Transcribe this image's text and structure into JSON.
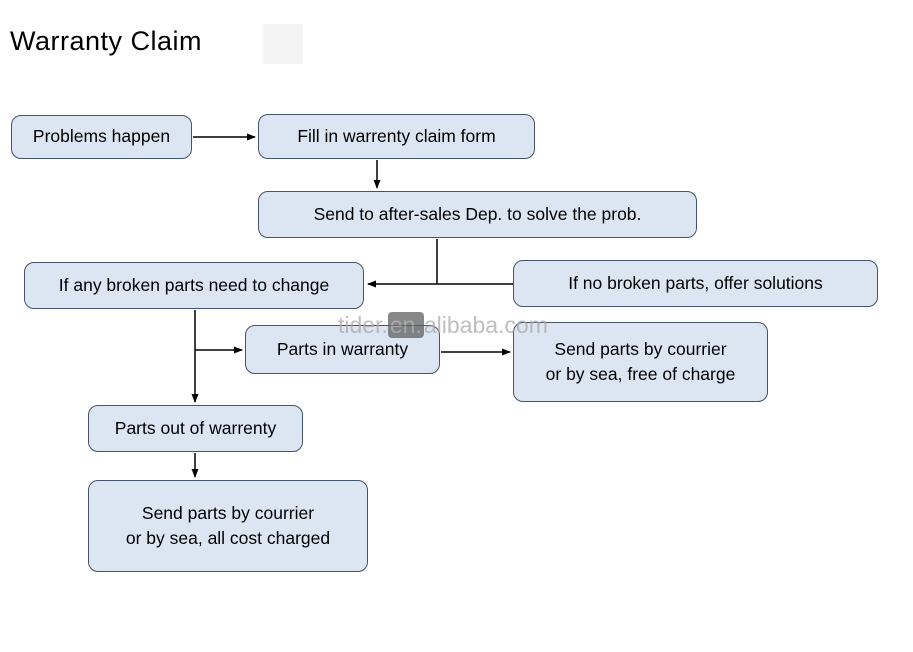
{
  "title": "Warranty Claim",
  "watermark": {
    "prefix": "tider.",
    "highlight": "en.",
    "suffix": "alibaba.com"
  },
  "colors": {
    "box_fill": "#dce6f2",
    "box_border": "#44546a",
    "arrow": "#000000"
  },
  "nodes": {
    "problems": {
      "label": "Problems happen"
    },
    "fill_form": {
      "label": "Fill in warrenty claim form"
    },
    "send_dep": {
      "label": "Send to after-sales Dep. to solve the prob."
    },
    "broken": {
      "label": "If any broken parts need to change"
    },
    "no_broken": {
      "label": "If no broken parts, offer solutions"
    },
    "in_warranty": {
      "label": "Parts in warranty"
    },
    "free_charge": {
      "label": "Send parts by courrier\nor by sea, free of charge"
    },
    "out_warranty": {
      "label": "Parts out of warrenty"
    },
    "cost_charged": {
      "label": "Send parts by courrier\nor by sea, all cost charged"
    }
  }
}
